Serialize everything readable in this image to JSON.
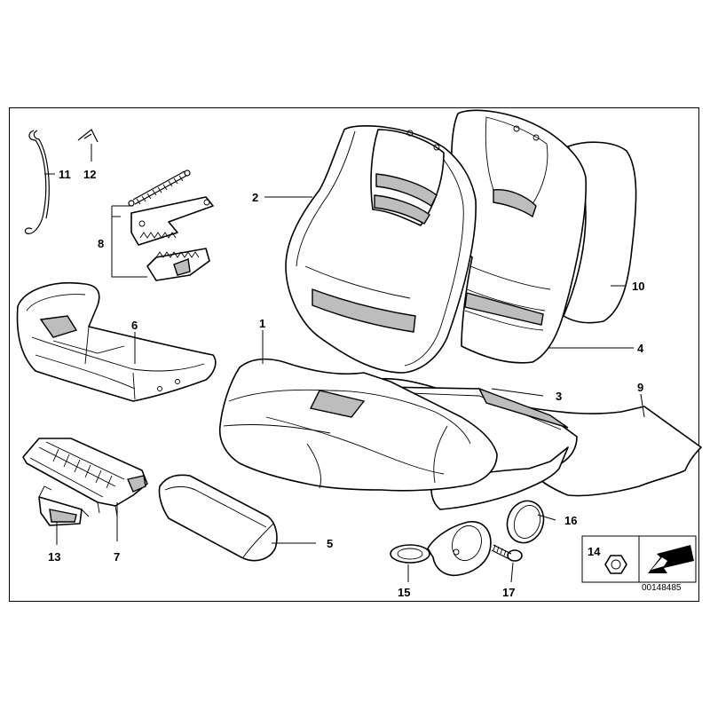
{
  "diagram": {
    "catalog_number": "00148485",
    "labels": [
      {
        "id": "1",
        "text": "1"
      },
      {
        "id": "2",
        "text": "2"
      },
      {
        "id": "3",
        "text": "3"
      },
      {
        "id": "4",
        "text": "4"
      },
      {
        "id": "5",
        "text": "5"
      },
      {
        "id": "6",
        "text": "6"
      },
      {
        "id": "7",
        "text": "7"
      },
      {
        "id": "8",
        "text": "8"
      },
      {
        "id": "9",
        "text": "9"
      },
      {
        "id": "10",
        "text": "10"
      },
      {
        "id": "11",
        "text": "11"
      },
      {
        "id": "12",
        "text": "12"
      },
      {
        "id": "13",
        "text": "13"
      },
      {
        "id": "14",
        "text": "14"
      },
      {
        "id": "15",
        "text": "15"
      },
      {
        "id": "16",
        "text": "16"
      },
      {
        "id": "17",
        "text": "17"
      }
    ]
  }
}
